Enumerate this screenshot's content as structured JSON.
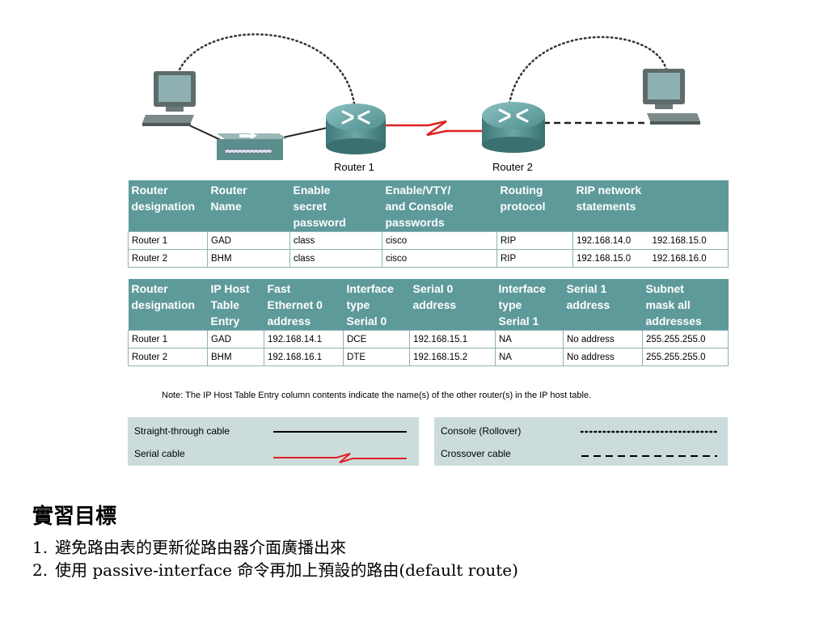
{
  "diagram": {
    "router1_label": "Router 1",
    "router2_label": "Router 2"
  },
  "table1": {
    "headers": [
      "Router\ndesignation",
      "Router\nName",
      "Enable\nsecret\npassword",
      "Enable/VTY/\nand Console\npasswords",
      "Routing\nprotocol",
      "RIP network\nstatements"
    ],
    "rows": [
      [
        "Router 1",
        "GAD",
        "class",
        "cisco",
        "RIP",
        "192.168.14.0",
        "192.168.15.0"
      ],
      [
        "Router 2",
        "BHM",
        "class",
        "cisco",
        "RIP",
        "192.168.15.0",
        "192.168.16.0"
      ]
    ]
  },
  "table2": {
    "headers": [
      "Router\ndesignation",
      "IP Host\nTable\nEntry",
      "Fast\nEthernet 0\naddress",
      "Interface\ntype\nSerial 0",
      "Serial 0\naddress",
      "Interface\ntype\nSerial 1",
      "Serial 1\naddress",
      "Subnet\nmask all\naddresses"
    ],
    "rows": [
      [
        "Router 1",
        "GAD",
        "192.168.14.1",
        "DCE",
        "192.168.15.1",
        "NA",
        "No address",
        "255.255.255.0"
      ],
      [
        "Router 2",
        "BHM",
        "192.168.16.1",
        "DTE",
        "192.168.15.2",
        "NA",
        "No address",
        "255.255.255.0"
      ]
    ]
  },
  "note": "Note: The IP Host Table Entry column contents indicate the name(s) of the other router(s) in the IP host table.",
  "legend": {
    "straight": "Straight-through cable",
    "serial": "Serial cable",
    "console": "Console (Rollover)",
    "crossover": "Crossover cable"
  },
  "objectives": {
    "title": "實習目標",
    "items": [
      {
        "num": "1.",
        "text": "避免路由表的更新從路由器介面廣播出來"
      },
      {
        "num": "2.",
        "text": "使用 passive-interface 命令再加上預設的路由(default route)"
      }
    ]
  },
  "colors": {
    "table_header": "#5f9a9b",
    "legend_bg": "#ccdcdc",
    "serial_cable": "#e02020",
    "router": "#5a9a9a"
  }
}
